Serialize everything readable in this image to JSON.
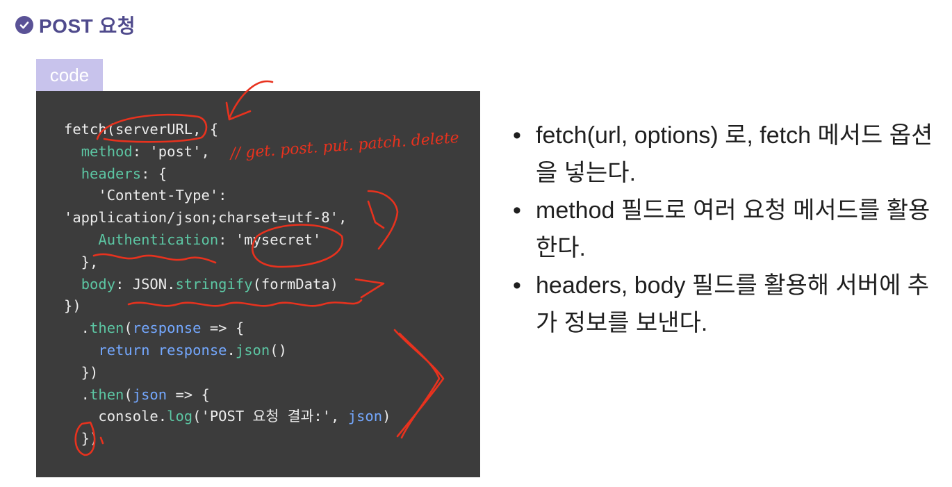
{
  "title": "POST 요청",
  "code_tab_label": "code",
  "code_lines": [
    [
      {
        "t": "fetch(serverURL, {",
        "c": ""
      }
    ],
    [
      {
        "t": "  ",
        "c": ""
      },
      {
        "t": "method",
        "c": "g"
      },
      {
        "t": ": 'post',",
        "c": ""
      }
    ],
    [
      {
        "t": "  ",
        "c": ""
      },
      {
        "t": "headers",
        "c": "g"
      },
      {
        "t": ": {",
        "c": ""
      }
    ],
    [
      {
        "t": "    'Content-Type':",
        "c": ""
      }
    ],
    [
      {
        "t": "'application/json;charset=utf-8',",
        "c": ""
      }
    ],
    [
      {
        "t": "    ",
        "c": ""
      },
      {
        "t": "Authentication",
        "c": "g"
      },
      {
        "t": ": 'mysecret'",
        "c": ""
      }
    ],
    [
      {
        "t": "  },",
        "c": ""
      }
    ],
    [
      {
        "t": "  ",
        "c": ""
      },
      {
        "t": "body",
        "c": "g"
      },
      {
        "t": ": JSON.",
        "c": ""
      },
      {
        "t": "stringify",
        "c": "g"
      },
      {
        "t": "(formData)",
        "c": ""
      }
    ],
    [
      {
        "t": "})",
        "c": ""
      }
    ],
    [
      {
        "t": "  .",
        "c": ""
      },
      {
        "t": "then",
        "c": "g"
      },
      {
        "t": "(",
        "c": ""
      },
      {
        "t": "response",
        "c": "v"
      },
      {
        "t": " => {",
        "c": ""
      }
    ],
    [
      {
        "t": "    ",
        "c": ""
      },
      {
        "t": "return",
        "c": "v"
      },
      {
        "t": " ",
        "c": ""
      },
      {
        "t": "response",
        "c": "v"
      },
      {
        "t": ".",
        "c": ""
      },
      {
        "t": "json",
        "c": "g"
      },
      {
        "t": "()",
        "c": ""
      }
    ],
    [
      {
        "t": "  })",
        "c": ""
      }
    ],
    [
      {
        "t": "  .",
        "c": ""
      },
      {
        "t": "then",
        "c": "g"
      },
      {
        "t": "(",
        "c": ""
      },
      {
        "t": "json",
        "c": "v"
      },
      {
        "t": " => {",
        "c": ""
      }
    ],
    [
      {
        "t": "    console.",
        "c": ""
      },
      {
        "t": "log",
        "c": "g"
      },
      {
        "t": "('POST 요청 결과:', ",
        "c": ""
      },
      {
        "t": "json",
        "c": "v"
      },
      {
        "t": ")",
        "c": ""
      }
    ],
    [
      {
        "t": "  })",
        "c": ""
      }
    ]
  ],
  "handwritten_annotation": "// get. post. put. patch. delete",
  "bullets": [
    "fetch(url, options) 로, fetch 메서드 옵션을 넣는다.",
    "method 필드로 여러 요청 메서드를 활용한다.",
    "headers, body 필드를 활용해 서버에 추가 정보를 보낸다."
  ],
  "colors": {
    "title": "#4f4a8c",
    "code_background": "#3c3c3c",
    "code_tab": "#c8c3ec",
    "code_text": "#ececec",
    "code_green": "#5cc6a3",
    "code_blue": "#74a8ff",
    "annotation_ink": "#e8321e"
  }
}
